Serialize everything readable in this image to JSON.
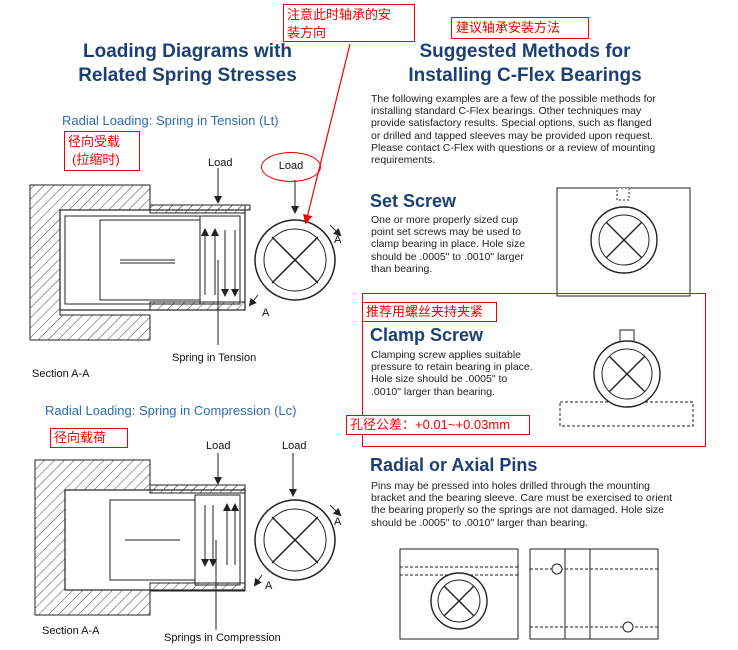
{
  "left": {
    "title_line1": "Loading Diagrams with",
    "title_line2": "Related Spring Stresses",
    "tension": {
      "heading": "Radial Loading: Spring in Tension (Lt)",
      "load_label": "Load",
      "load_label_circled": "Load",
      "arrow_label_a1": "A",
      "arrow_label_a2": "A",
      "spring_label": "Spring in Tension",
      "section_label": "Section A-A"
    },
    "compression": {
      "heading": "Radial Loading: Spring in Compression (Lc)",
      "load_label_1": "Load",
      "load_label_2": "Load",
      "arrow_label_a1": "A",
      "arrow_label_a2": "A",
      "spring_label": "Springs in Compression",
      "section_label": "Section A-A"
    }
  },
  "right": {
    "title_line1": "Suggested Methods for",
    "title_line2": "Installing C-Flex Bearings",
    "intro_lines": [
      "The following examples are a few of the possible methods for",
      "installing standard C-Flex bearings. Other techniques may",
      "provide satisfactory results. Special options, such as flanged",
      "or drilled and tapped sleeves may be provided upon request.",
      "Please contact C-Flex with questions or a review of mounting",
      "requirements."
    ],
    "set_screw": {
      "title": "Set Screw",
      "lines": [
        "One or more properly sized cup",
        "point set screws may be used to",
        "clamp bearing in place. Hole size",
        "should be .0005\" to .0010\" larger",
        "than bearing."
      ]
    },
    "clamp_screw": {
      "title": "Clamp Screw",
      "lines": [
        "Clamping screw applies suitable",
        "pressure to retain bearing in place.",
        "Hole size should be .0005\" to",
        ".0010\" larger than bearing."
      ]
    },
    "pins": {
      "title": "Radial or Axial Pins",
      "lines": [
        "Pins may be pressed into holes drilled through the mounting",
        "bracket and the bearing sleeve. Care must be exercised to orient",
        "the bearing properly so the springs are not damaged. Hole size",
        "should be .0005\" to .0010\" larger than bearing."
      ]
    }
  },
  "annotations": {
    "install_direction_line1": "注意此时轴承的安",
    "install_direction_line2": "装方向",
    "suggest_methods": "建议轴承安装方法",
    "radial_tension_line1": "径向受载",
    "radial_tension_line2": "(拉缩时)",
    "radial_load": "径向载荷",
    "recommend_clamp": "推荐用螺丝夹持夹紧",
    "hole_tolerance": "孔径公差：+0.01~+0.03mm"
  }
}
